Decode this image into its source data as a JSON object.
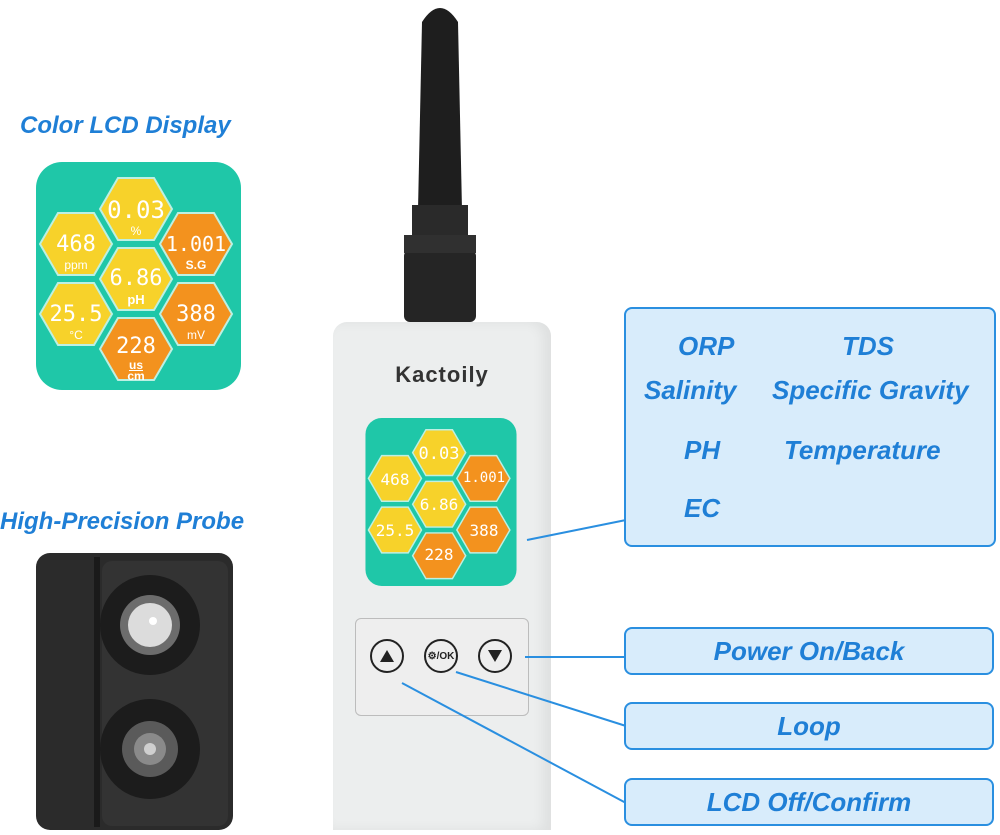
{
  "headings": {
    "lcd": "Color LCD Display",
    "probe": "High-Precision Probe"
  },
  "device": {
    "brand": "Kactoily",
    "ok_button_label": "⚙/OK"
  },
  "lcd_readings": {
    "top": "0.03",
    "top_unit": "%",
    "left_upper": "468",
    "left_upper_unit": "ppm",
    "center": "6.86",
    "center_unit": "pH",
    "right_upper": "1.001",
    "right_upper_unit": "S.G",
    "left_lower": "25.5",
    "left_lower_unit": "°C",
    "right_lower": "388",
    "right_lower_unit": "mV",
    "bottom": "228",
    "bottom_unit_top": "us",
    "bottom_unit_bottom": "cm"
  },
  "features": {
    "orp": "ORP",
    "tds": "TDS",
    "salinity": "Salinity",
    "specific_gravity": "Specific Gravity",
    "ph": "PH",
    "temperature": "Temperature",
    "ec": "EC"
  },
  "callouts": {
    "power": "Power On/Back",
    "loop": "Loop",
    "lcd_off": "LCD Off/Confirm"
  },
  "colors": {
    "accent_blue": "#1f7fd6",
    "callout_fill": "#d8ecfb",
    "lcd_teal": "#1fc7a8",
    "hex_yellow": "#f7d22a",
    "hex_orange": "#f3921e"
  }
}
